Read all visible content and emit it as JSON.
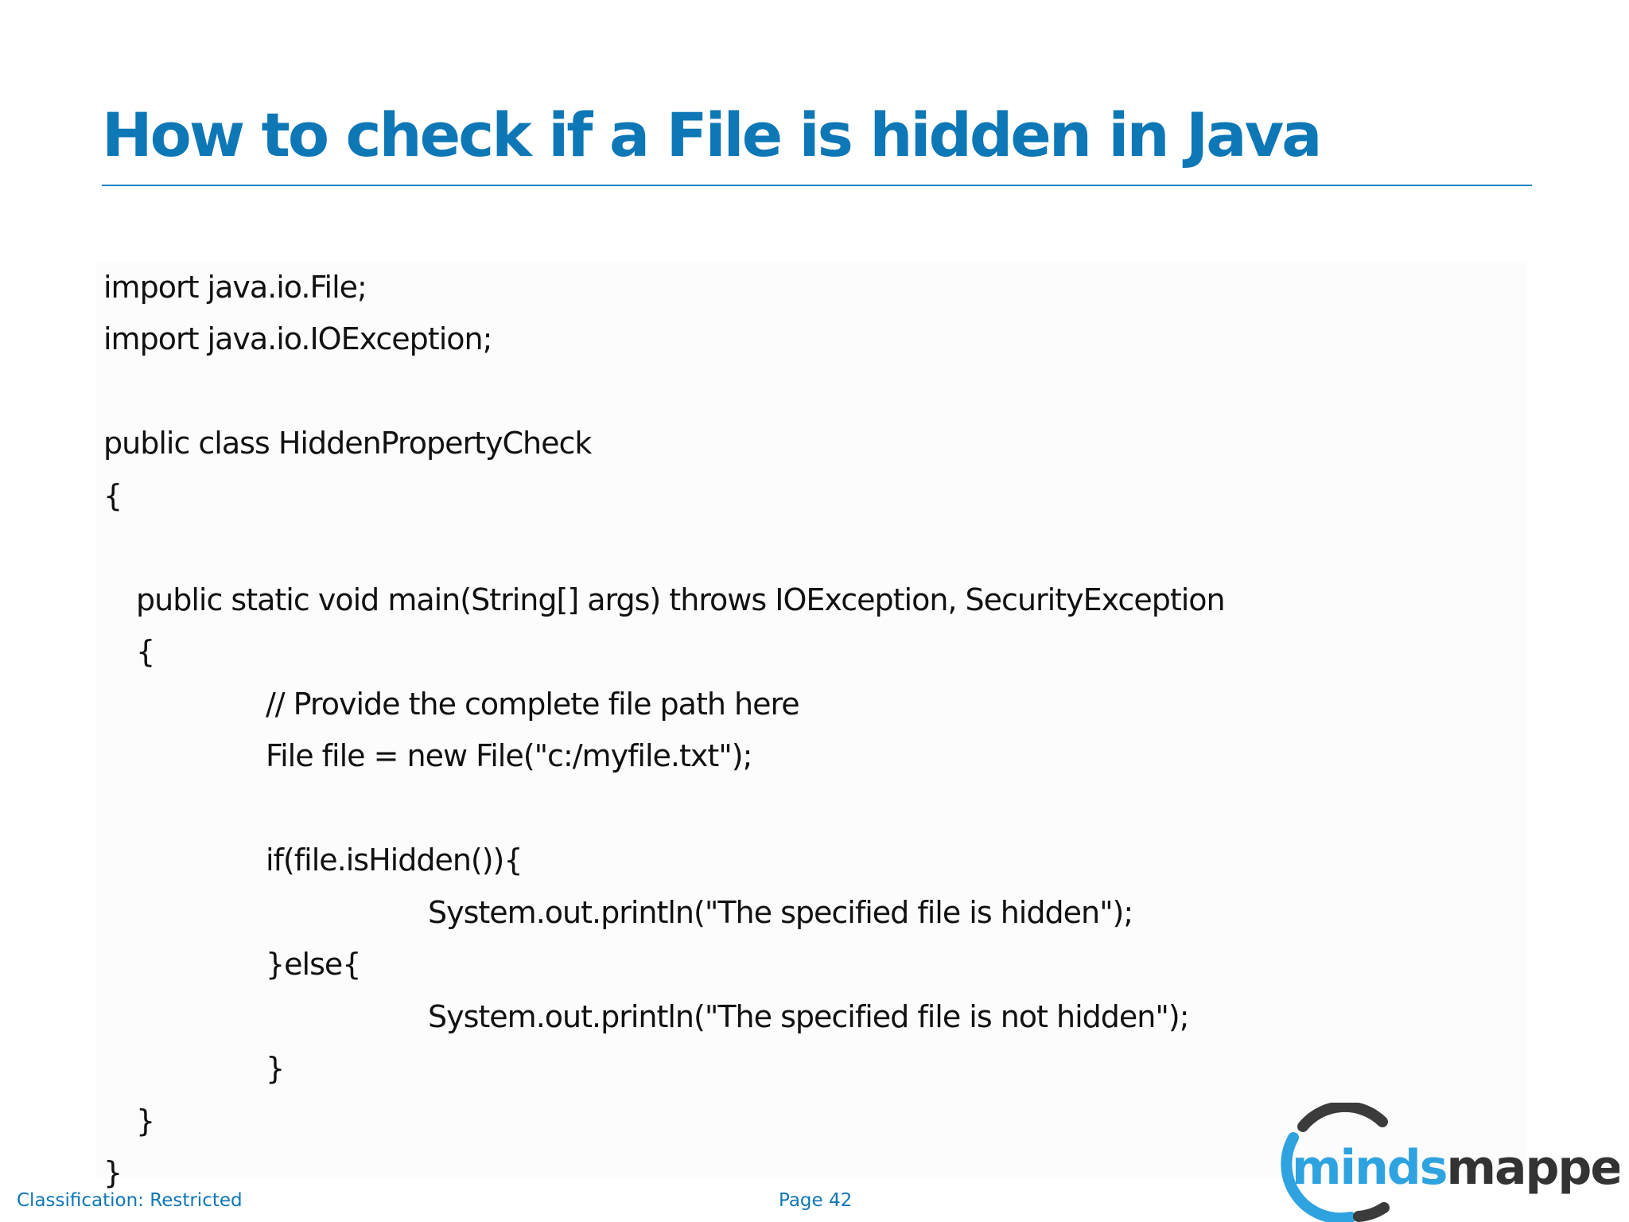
{
  "title": "How to check if a File is hidden in Java",
  "code_lines": [
    "import java.io.File;",
    "import java.io.IOException;",
    "public class HiddenPropertyCheck",
    "{",
    "public static void main(String[] args) throws IOException, SecurityException",
    "{",
    "// Provide the complete file path here",
    "File file = new File(\"c:/myfile.txt\");",
    "if(file.isHidden()){",
    "System.out.println(\"The specified file is hidden\");",
    "}else{",
    "System.out.println(\"The specified file is not hidden\");",
    "}",
    "}",
    "}"
  ],
  "footer": {
    "classification": "Classification: Restricted",
    "page": "Page 42"
  },
  "logo": {
    "text_part1": "minds",
    "text_part2": "mapped",
    "colors": {
      "ring_dark": "#3b3b3b",
      "ring_light": "#2ea3e0",
      "text_blue": "#2ea3e0",
      "text_dark": "#333333"
    }
  },
  "colors": {
    "title": "#0e77b6",
    "rule": "#1a85c4",
    "code_text": "#111111",
    "footer_text": "#0e77b6"
  }
}
